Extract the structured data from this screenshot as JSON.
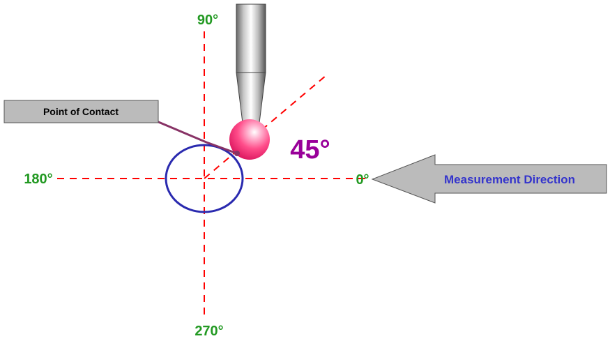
{
  "labels": {
    "angle_0": "0°",
    "angle_90": "90°",
    "angle_180": "180°",
    "angle_270": "270°",
    "contact_angle": "45°",
    "point_of_contact": "Point of Contact",
    "measurement_direction": "Measurement Direction"
  },
  "colors": {
    "axis_line": "#ff0000",
    "angle_label": "#229922",
    "contact_angle": "#990099",
    "circle_stroke": "#2a2aaf",
    "arrow_text": "#3333cc",
    "leader_line": "#883366",
    "callout_fill": "#bbbbbb",
    "arrow_fill": "#bbbbbb",
    "probe_ball": "#ff4d88",
    "probe_body": "#aaaaaa"
  },
  "icons": {
    "probe": "probe-stylus-icon",
    "arrow": "left-arrow-shape"
  }
}
